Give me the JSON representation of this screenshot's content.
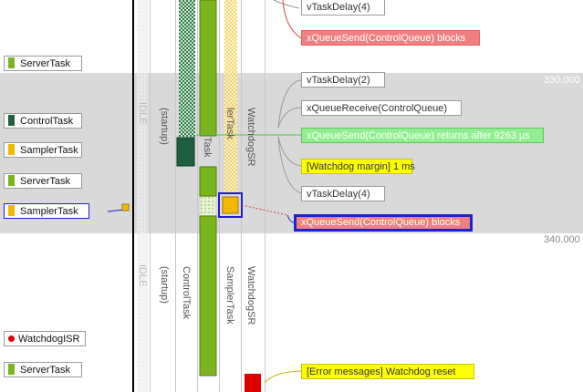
{
  "tasks_left": [
    {
      "name": "ServerTask",
      "color": "#7ab51d"
    },
    {
      "name": "ControlTask",
      "color": "#1e5f3f"
    },
    {
      "name": "SamplerTask",
      "color": "#f5b800"
    },
    {
      "name": "ServerTask",
      "color": "#7ab51d"
    },
    {
      "name": "SamplerTask",
      "color": "#f5b800"
    },
    {
      "name": "WatchdogISR",
      "color": "#e00000"
    },
    {
      "name": "ServerTask",
      "color": "#7ab51d"
    }
  ],
  "lanes": [
    "IDLE",
    "(startup)",
    "ControlTask",
    "SamplerTask",
    "WatchdogSR"
  ],
  "lanes_upper_visible": [
    "IDLE",
    "(startup)",
    "Task",
    "lerTask",
    "WatchdogSR"
  ],
  "timestamps": {
    "t1": "330.000",
    "t2": "340.000"
  },
  "events": [
    {
      "id": "e0",
      "text": "vTaskDelay(4)",
      "style": "plain"
    },
    {
      "id": "e1",
      "text": "xQueueSend(ControlQueue) blocks",
      "style": "red"
    },
    {
      "id": "e2",
      "text": "vTaskDelay(2)",
      "style": "plain"
    },
    {
      "id": "e3",
      "text": "xQueueReceive(ControlQueue)",
      "style": "plain"
    },
    {
      "id": "e4",
      "text": "xQueueSend(ControlQueue) returns after 9263 µs",
      "style": "green"
    },
    {
      "id": "e5",
      "text": "[Watchdog margin] 1 ms",
      "style": "yellow"
    },
    {
      "id": "e6",
      "text": "vTaskDelay(4)",
      "style": "plain"
    },
    {
      "id": "e7",
      "text": "xQueueSend(ControlQueue) blocks",
      "style": "red-selected"
    },
    {
      "id": "e8",
      "text": "[Error messages] Watchdog reset",
      "style": "yellow"
    }
  ],
  "colors": {
    "server_green": "#7ab51d",
    "control_dark": "#1e5f3f",
    "sampler_yellow": "#f5b800",
    "watchdog_red": "#e00000",
    "selection_blue": "#2020d0",
    "band_gray": "#d9d9d9"
  }
}
